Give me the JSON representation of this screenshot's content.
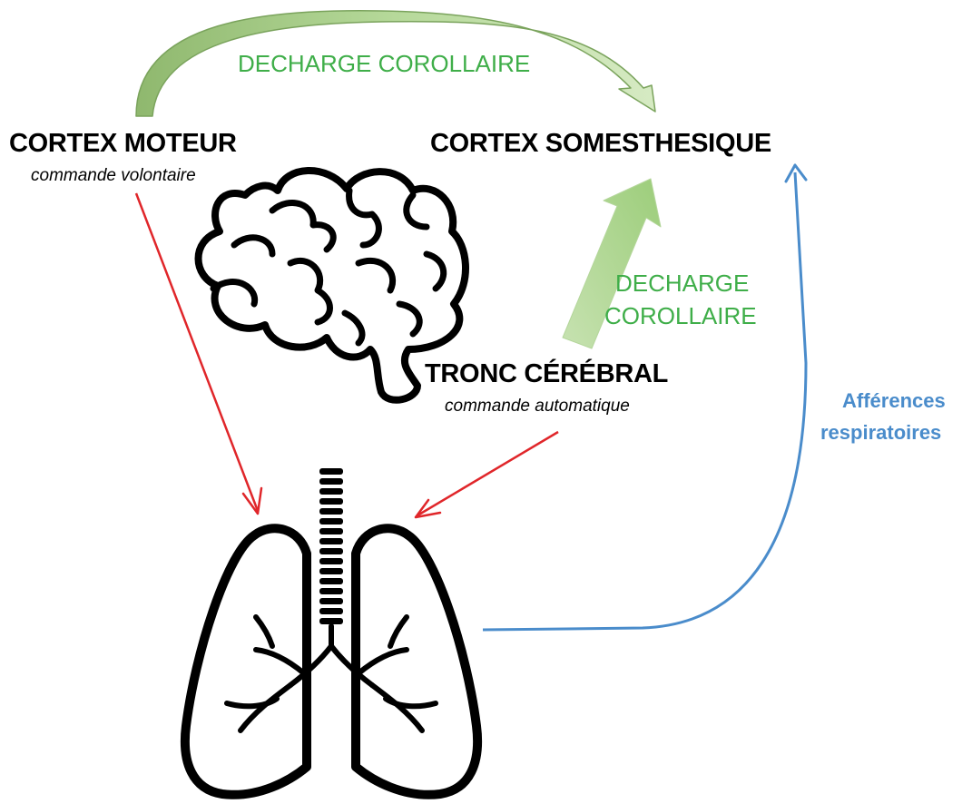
{
  "nodes": {
    "cortex_moteur": {
      "title": "CORTEX MOTEUR",
      "subtitle": "commande volontaire"
    },
    "cortex_somesthesique": {
      "title": "CORTEX SOMESTHESIQUE"
    },
    "tronc_cerebral": {
      "title": "TRONC CÉRÉBRAL",
      "subtitle": "commande automatique"
    }
  },
  "edges": {
    "decharge_top": {
      "label": "DECHARGE COROLLAIRE"
    },
    "decharge_right": {
      "label_line1": "DECHARGE",
      "label_line2": "COROLLAIRE"
    },
    "afferences": {
      "label_line1": "Afférences",
      "label_line2": "respiratoires"
    }
  },
  "icons": [
    "brain-icon",
    "lungs-icon"
  ],
  "colors": {
    "green_text": "#3fae49",
    "green_arrow": "#a9d18e",
    "red_arrow": "#e0262a",
    "blue_arrow": "#4a8ccb",
    "outline": "#000000"
  }
}
